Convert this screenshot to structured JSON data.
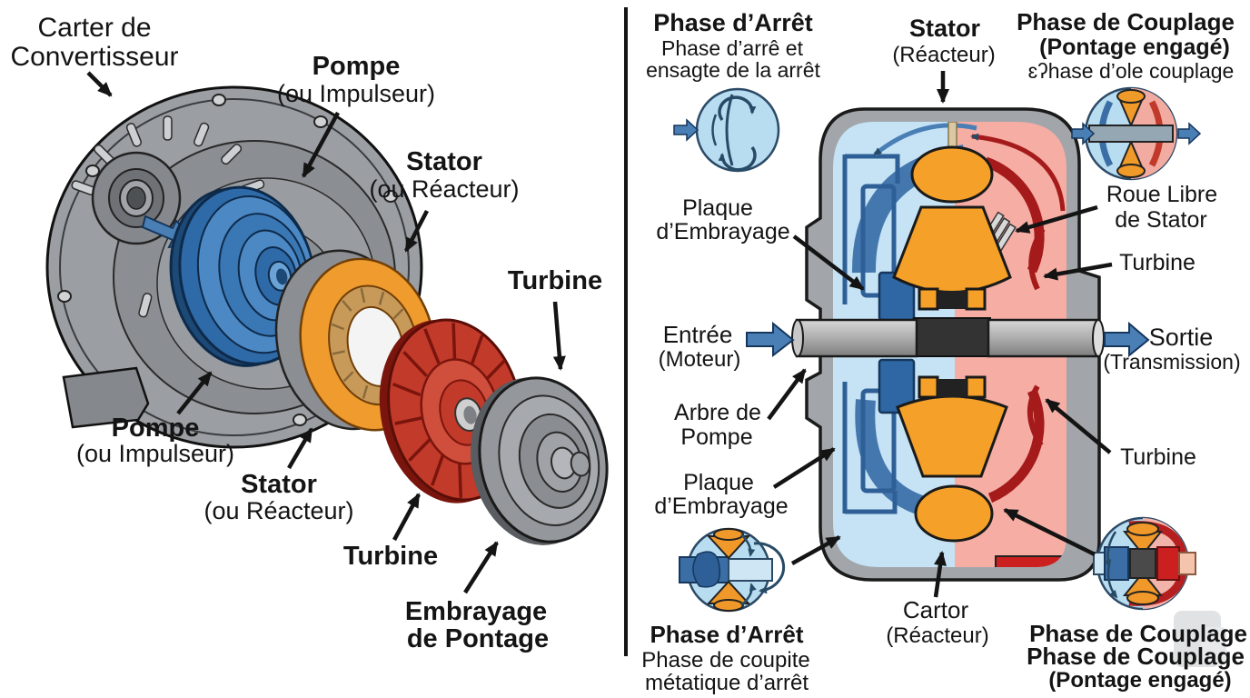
{
  "colors": {
    "ink": "#141414",
    "pump_blue": "#3a78b5",
    "stator_orange": "#ef9b2d",
    "turbine_red": "#c23a2a",
    "housing_gray": "#9b9ea2",
    "fluid_blue": "#c6e3f5",
    "fluid_pink": "#f5ada4",
    "flow_red": "#a51a1a",
    "flow_blue": "#4a7fb5"
  },
  "left_panel": {
    "carter_label": [
      "Carter de",
      "Convertisseur"
    ],
    "pompe_top_label": [
      "Pompe",
      "(ou Impulseur)"
    ],
    "stator_top_label": [
      "Stator",
      "(ou Réacteur)"
    ],
    "turbine_top_label": "Turbine",
    "pompe_bottom_label": [
      "Pompe",
      "(ou Impulseur)"
    ],
    "stator_bottom_label": [
      "Stator",
      "(ou Réacteur)"
    ],
    "turbine_bottom_label": "Turbine",
    "embrayage_label": [
      "Embrayage",
      "de Pontage"
    ]
  },
  "right_panel": {
    "phase_arret_top": {
      "title": "Phase d’Arrêt",
      "sub1": "Phase d’arrê et",
      "sub2": "ensagte de la arrêt"
    },
    "stator_label": [
      "Stator",
      "(Réacteur)"
    ],
    "phase_couplage_top": {
      "title": "Phase de Couplage",
      "sub1": "(Pontage engagé)",
      "sub2": "ɛʔhase d’ole couplage"
    },
    "roue_libre_label": [
      "Roue Libre",
      "de Stator"
    ],
    "turbine_upper_label": "Turbine",
    "entree_label": [
      "Entrée",
      "(Moteur)"
    ],
    "sortie_label": [
      "Sortie",
      "(Transmission)"
    ],
    "plaque_top_label": [
      "Plaque",
      "d’Embrayage"
    ],
    "arbre_pompe_label": [
      "Arbre de",
      "Pompe"
    ],
    "plaque_bottom_label": [
      "Plaque",
      "d’Embrayage"
    ],
    "turbine_lower_label": "Turbine",
    "cartor_label": [
      "Cartor",
      "(Réacteur)"
    ],
    "phase_arret_bottom": {
      "title": "Phase d’Arrêt",
      "sub1": "Phase de coupite",
      "sub2": "métatique d’arrêt"
    },
    "phase_couplage_bottom": [
      "Phase de Couplage",
      "Phase de Couplage",
      "(Pontage engagé)"
    ]
  }
}
